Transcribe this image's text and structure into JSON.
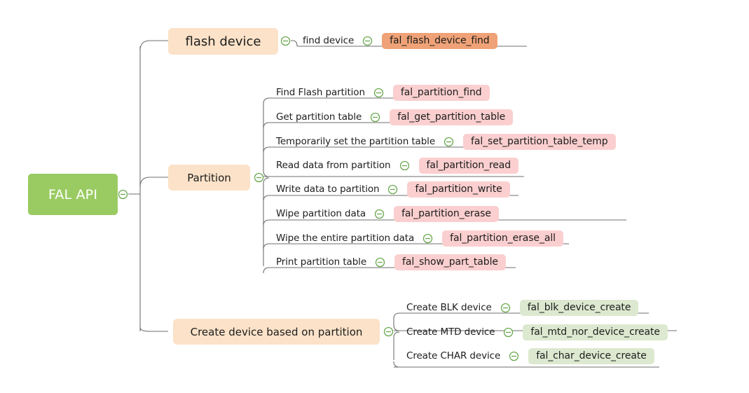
{
  "diagram": {
    "title": "FAL API",
    "type": "mindmap",
    "toggle_icon": "collapse-minus-circle-icon",
    "colors": {
      "root_fill": "#9ACB62",
      "root_text": "#ffffff",
      "branch_fill": "#FBE2C8",
      "pill_orange": "#EFA277",
      "pill_pink": "#FBCFCF",
      "pill_green": "#DCE9D0",
      "connector": "#6f6f6f",
      "toggle_stroke": "#6AA84F",
      "background": "#ffffff"
    },
    "root": {
      "label": "FAL API"
    },
    "branches": [
      {
        "label": "flash device",
        "pill_color": "orange",
        "children": [
          {
            "label": "find device",
            "api": "fal_flash_device_find"
          }
        ]
      },
      {
        "label": "Partition",
        "pill_color": "pink",
        "children": [
          {
            "label": "Find Flash partition",
            "api": "fal_partition_find"
          },
          {
            "label": "Get partition table",
            "api": "fal_get_partition_table"
          },
          {
            "label": "Temporarily set the partition table",
            "api": "fal_set_partition_table_temp"
          },
          {
            "label": "Read data from partition",
            "api": "fal_partition_read"
          },
          {
            "label": "Write data to partition",
            "api": "fal_partition_write"
          },
          {
            "label": "Wipe partition data",
            "api": "fal_partition_erase"
          },
          {
            "label": "Wipe the entire partition data",
            "api": "fal_partition_erase_all"
          },
          {
            "label": "Print partition table",
            "api": "fal_show_part_table"
          }
        ]
      },
      {
        "label": "Create device based on partition",
        "pill_color": "green",
        "children": [
          {
            "label": "Create BLK device",
            "api": "fal_blk_device_create"
          },
          {
            "label": "Create MTD device",
            "api": "fal_mtd_nor_device_create"
          },
          {
            "label": "Create CHAR device",
            "api": "fal_char_device_create"
          }
        ]
      }
    ]
  }
}
